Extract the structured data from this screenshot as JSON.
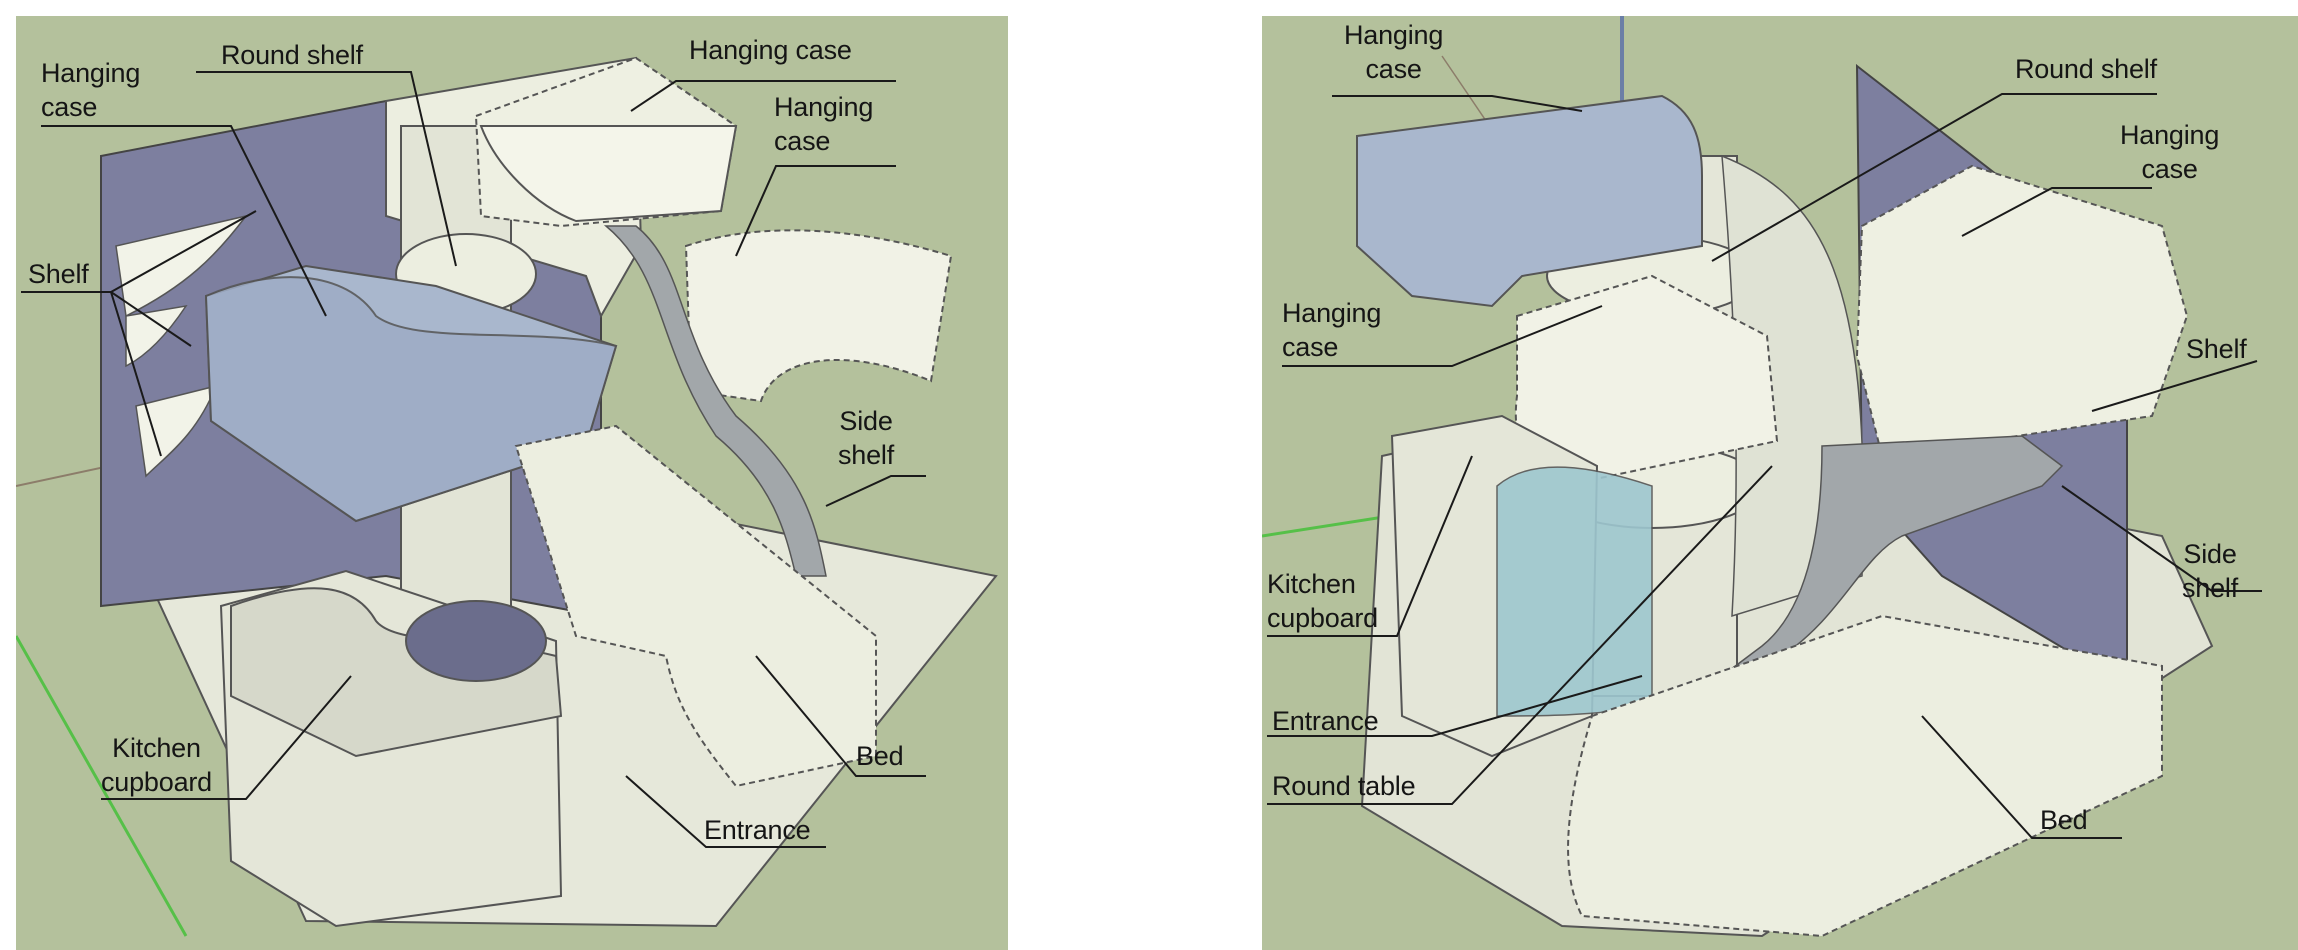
{
  "colors": {
    "background": "#b4c19c",
    "cream": "#eceee0",
    "cream_shadow": "#d8dac8",
    "blue_case": "#a9b7cd",
    "lavender_wall": "#7d7f9f",
    "green_axis": "#56c048",
    "leader": "#1a1a1a"
  },
  "left_view": {
    "labels": {
      "hanging_case_a": "Hanging\ncase",
      "round_shelf": "Round shelf",
      "hanging_case_b": "Hanging case",
      "hanging_case_c": "Hanging\ncase",
      "shelf": "Shelf",
      "side_shelf": "Side\nshelf",
      "bed": "Bed",
      "kitchen_cupboard": "Kitchen\ncupboard",
      "entrance": "Entrance"
    }
  },
  "right_view": {
    "labels": {
      "hanging_case_a": "Hanging\ncase",
      "round_shelf": "Round shelf",
      "hanging_case_b": "Hanging\ncase",
      "hanging_case_c": "Hanging\ncase",
      "shelf": "Shelf",
      "side_shelf": "Side\nshelf",
      "kitchen_cupboard": "Kitchen\ncupboard",
      "entrance": "Entrance",
      "round_table": "Round table",
      "bed": "Bed"
    }
  }
}
